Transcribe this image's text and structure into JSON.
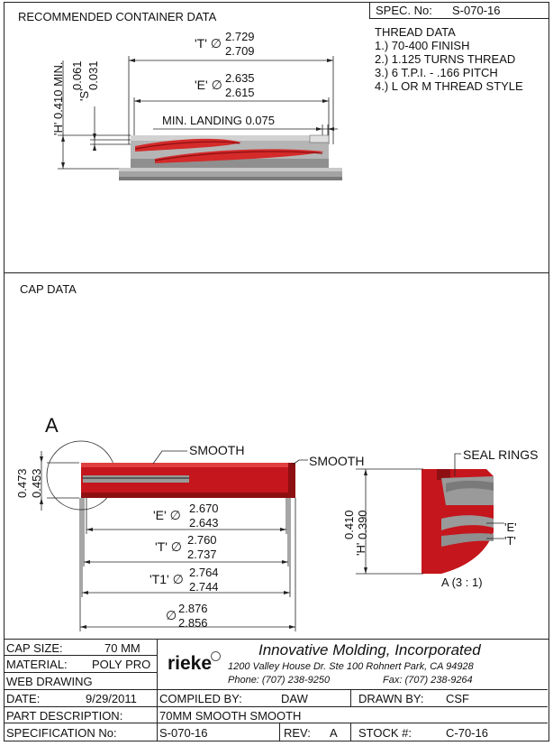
{
  "top": {
    "section_title": "RECOMMENDED CONTAINER DATA",
    "spec_label": "SPEC. No:",
    "spec_value": "S-070-16",
    "thread_title": "THREAD DATA",
    "thread_items": [
      "1.) 70-400  FINISH",
      "2.) 1.125 TURNS THREAD",
      "3.) 6 T.P.I. - .166 PITCH",
      "4.) L OR M  THREAD STYLE"
    ],
    "dims": {
      "T_label": "'T' ∅",
      "T_max": "2.729",
      "T_min": "2.709",
      "E_label": "'E' ∅",
      "E_max": "2.635",
      "E_min": "2.615",
      "landing": "MIN. LANDING  0.075",
      "H_label": "'H' 0.410 MIN.",
      "S_label": "'S'",
      "S_max": "0.061",
      "S_min": "0.031"
    }
  },
  "cap": {
    "section_title": "CAP DATA",
    "detail_marker": "A",
    "smooth_1": "SMOOTH",
    "smooth_2": "SMOOTH",
    "seal_rings": "SEAL RINGS",
    "height_max": "0.473",
    "height_min": "0.453",
    "E_label": "'E' ∅",
    "E_max": "2.670",
    "E_min": "2.643",
    "T_label": "'T' ∅",
    "T_max": "2.760",
    "T_min": "2.737",
    "T1_label": "'T1' ∅",
    "T1_max": "2.764",
    "T1_min": "2.744",
    "OD_label": "∅",
    "OD_max": "2.876",
    "OD_min": "2.856",
    "H_label": "'H'",
    "H_max": "0.410",
    "H_min": "0.390",
    "detail_E": "'E'",
    "detail_T": "'T'",
    "detail_caption": "A (3 : 1)"
  },
  "title_block": {
    "cap_size_label": "CAP SIZE:",
    "cap_size_value": "70 MM",
    "material_label": "MATERIAL:",
    "material_value": "POLY PRO",
    "web_drawing": "WEB DRAWING",
    "logo_text": "rieke",
    "company": "Innovative Molding, Incorporated",
    "address": "1200 Valley House Dr. Ste 100   Rohnert Park, CA 94928",
    "phone": "Phone: (707) 238-9250",
    "fax": "Fax: (707) 238-9264",
    "date_label": "DATE:",
    "date_value": "9/29/2011",
    "compiled_label": "COMPILED BY:",
    "compiled_value": "DAW",
    "drawn_label": "DRAWN BY:",
    "drawn_value": "CSF",
    "part_label": "PART DESCRIPTION:",
    "part_value": "70MM SMOOTH SMOOTH",
    "spec_label": "SPECIFICATION No:",
    "spec_value": "S-070-16",
    "rev_label": "REV:",
    "rev_value": "A",
    "stock_label": "STOCK #:",
    "stock_value": "C-70-16"
  },
  "colors": {
    "cap_red": "#c4161c",
    "cap_dark_red": "#8e0f12",
    "thread_red": "#d42a2a",
    "metal_gray": "#9a9a9a"
  }
}
